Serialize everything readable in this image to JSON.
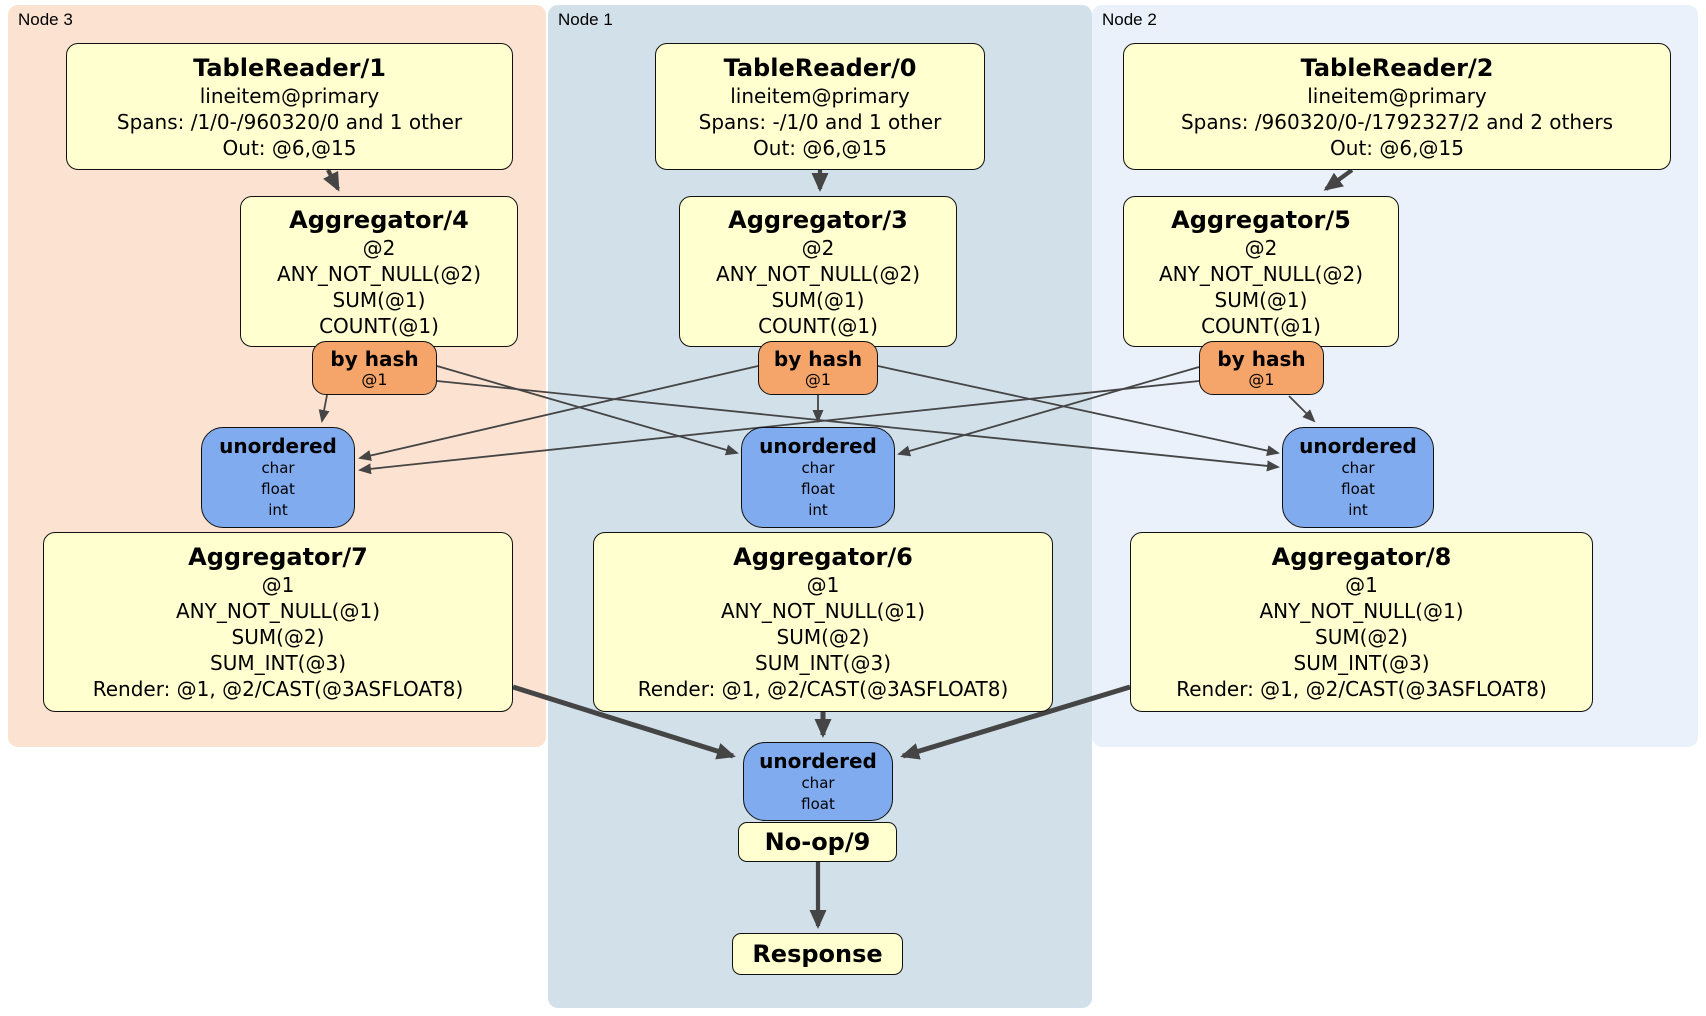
{
  "groups": [
    {
      "label": "Node 3"
    },
    {
      "label": "Node 1"
    },
    {
      "label": "Node 2"
    }
  ],
  "router": {
    "title": "by hash",
    "detail": "@1"
  },
  "sync_full": {
    "title": "unordered",
    "columns": [
      "char",
      "float",
      "int"
    ]
  },
  "sync_final": {
    "title": "unordered",
    "columns": [
      "char",
      "float"
    ]
  },
  "processors": {
    "tablereader1": {
      "title": "TableReader/1",
      "lines": [
        "lineitem@primary",
        "Spans: /1/0-/960320/0 and 1 other",
        "Out: @6,@15"
      ]
    },
    "tablereader0": {
      "title": "TableReader/0",
      "lines": [
        "lineitem@primary",
        "Spans: -/1/0 and 1 other",
        "Out: @6,@15"
      ]
    },
    "tablereader2": {
      "title": "TableReader/2",
      "lines": [
        "lineitem@primary",
        "Spans: /960320/0-/1792327/2 and 2 others",
        "Out: @6,@15"
      ]
    },
    "aggregator4": {
      "title": "Aggregator/4",
      "lines": [
        "@2",
        "ANY_NOT_NULL(@2)",
        "SUM(@1)",
        "COUNT(@1)"
      ]
    },
    "aggregator3": {
      "title": "Aggregator/3",
      "lines": [
        "@2",
        "ANY_NOT_NULL(@2)",
        "SUM(@1)",
        "COUNT(@1)"
      ]
    },
    "aggregator5": {
      "title": "Aggregator/5",
      "lines": [
        "@2",
        "ANY_NOT_NULL(@2)",
        "SUM(@1)",
        "COUNT(@1)"
      ]
    },
    "aggregator7": {
      "title": "Aggregator/7",
      "lines": [
        "@1",
        "ANY_NOT_NULL(@1)",
        "SUM(@2)",
        "SUM_INT(@3)",
        "Render: @1, @2/CAST(@3ASFLOAT8)"
      ]
    },
    "aggregator6": {
      "title": "Aggregator/6",
      "lines": [
        "@1",
        "ANY_NOT_NULL(@1)",
        "SUM(@2)",
        "SUM_INT(@3)",
        "Render: @1, @2/CAST(@3ASFLOAT8)"
      ]
    },
    "aggregator8": {
      "title": "Aggregator/8",
      "lines": [
        "@1",
        "ANY_NOT_NULL(@1)",
        "SUM(@2)",
        "SUM_INT(@3)",
        "Render: @1, @2/CAST(@3ASFLOAT8)"
      ]
    },
    "noop9": {
      "title": "No-op/9"
    },
    "response": {
      "title": "Response"
    }
  },
  "colors": {
    "node3-bg": "#fce3d1",
    "node1-bg": "#d2e0ea",
    "node2-bg": "#eaf1fa",
    "box-yellow": "#ffffd0",
    "router-orange": "#f5a56a",
    "sync-blue": "#80abee",
    "box-border": "#111111",
    "edge": "#454545"
  }
}
